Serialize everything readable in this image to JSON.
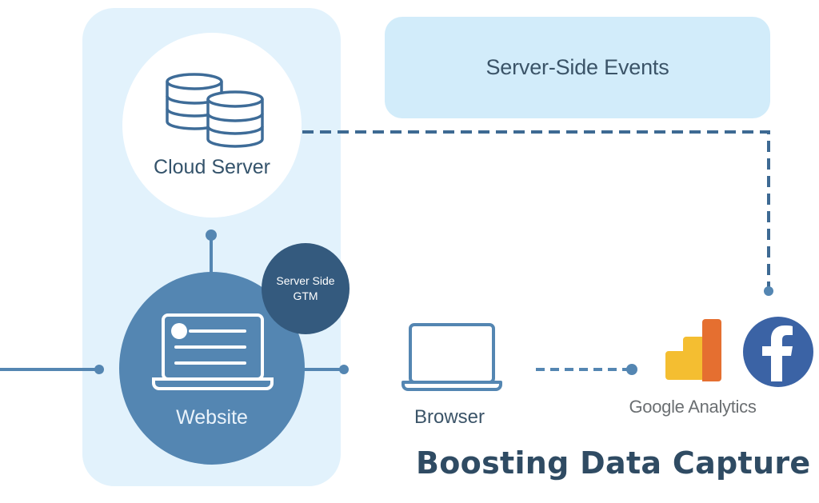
{
  "diagram": {
    "title": "Boosting Data Capture",
    "nodes": {
      "cloud_server": {
        "label": "Cloud Server",
        "icon": "database-icon"
      },
      "website": {
        "label": "Website",
        "icon": "laptop-webpage-icon"
      },
      "server_side_gtm": {
        "label_line1": "Server Side",
        "label_line2": "GTM"
      },
      "browser": {
        "label": "Browser",
        "icon": "laptop-icon"
      },
      "server_side_events": {
        "label": "Server-Side Events"
      },
      "google_analytics": {
        "label": "Google Analytics",
        "icon": "google-analytics-icon"
      },
      "facebook": {
        "icon": "facebook-icon"
      }
    },
    "connections": [
      {
        "from": "external",
        "to": "website",
        "style": "solid"
      },
      {
        "from": "cloud_server",
        "to": "website",
        "style": "solid"
      },
      {
        "from": "website",
        "to": "browser",
        "style": "solid"
      },
      {
        "from": "browser",
        "to": "google_analytics",
        "style": "dashed"
      },
      {
        "from": "cloud_server",
        "to": "facebook",
        "style": "dashed"
      }
    ],
    "colors": {
      "primary": "#5486b2",
      "dark": "#345a7e",
      "panel": "#e2f2fc",
      "events_box": "#d2ecfa",
      "ga_yellow": "#f4be31",
      "ga_orange": "#e56f30",
      "facebook": "#3b63a5"
    }
  }
}
